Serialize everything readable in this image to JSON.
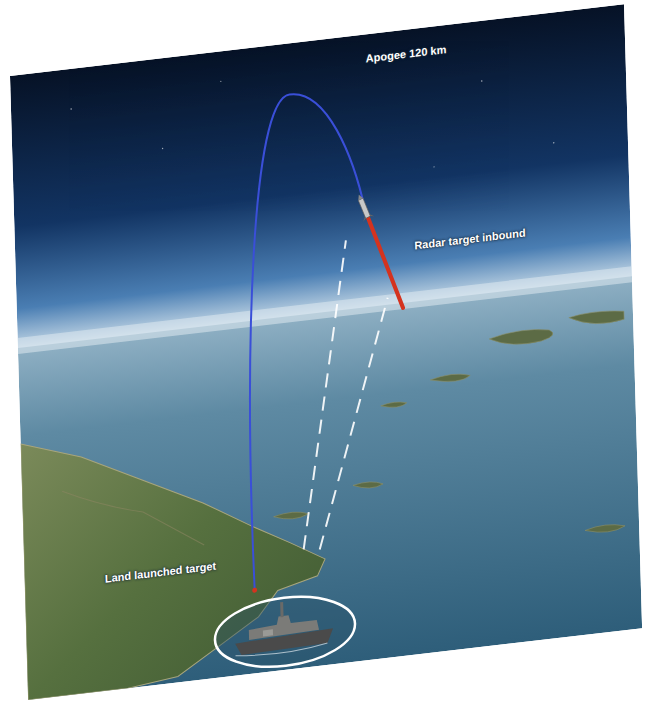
{
  "diagram": {
    "labels": [
      "Apogee 120 km",
      "Radar target inbound",
      "Land launched target"
    ]
  }
}
